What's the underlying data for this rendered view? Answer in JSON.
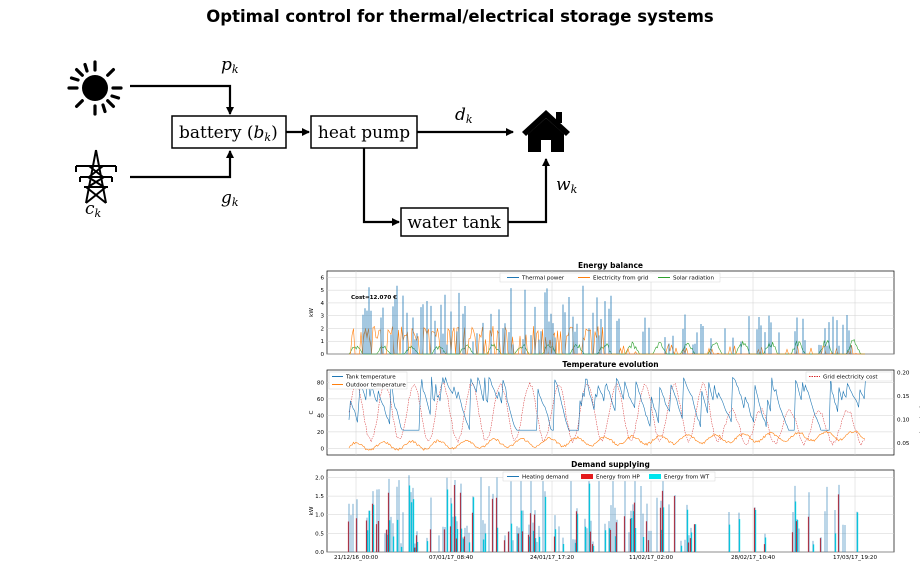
{
  "title": "Optimal control for thermal/electrical storage systems",
  "diagram": {
    "nodes": {
      "battery": "battery (",
      "battery_var": "b",
      "battery_sub": "k",
      "battery_close": ")",
      "heat_pump": "heat pump",
      "water_tank": "water tank"
    },
    "edges": {
      "p": "p",
      "g": "g",
      "d": "d",
      "w": "w",
      "c": "c",
      "sub": "k"
    },
    "icons": [
      "sun-icon",
      "power-pylon-icon",
      "house-icon"
    ]
  },
  "chart_data": [
    {
      "type": "line",
      "title": "Energy balance",
      "ylabel": "kW",
      "ylim": [
        0,
        6.5
      ],
      "yticks": [
        "0",
        "1",
        "2",
        "3",
        "4",
        "5",
        "6"
      ],
      "annotation": "Cost=12.070 €",
      "grid": true,
      "legend": "top-center",
      "series": [
        {
          "name": "Thermal power",
          "color": "#1f77b4"
        },
        {
          "name": "Electricity from grid",
          "color": "#ff7f0e"
        },
        {
          "name": "Solar radiation",
          "color": "#2ca02c"
        }
      ]
    },
    {
      "type": "line",
      "title": "Temperature evolution",
      "ylabel": "C",
      "ylabel_right": "Cost (eur/kWh)",
      "ylim": [
        -8,
        95
      ],
      "yticks": [
        "0",
        "20",
        "40",
        "60",
        "80"
      ],
      "ylim_right": [
        0.025,
        0.205
      ],
      "yticks_right": [
        "0.05",
        "0.10",
        "0.15",
        "0.20"
      ],
      "grid": true,
      "series": [
        {
          "name": "Tank temperature",
          "color": "#1f77b4"
        },
        {
          "name": "Outdoor temperature",
          "color": "#ff7f0e"
        },
        {
          "name": "Grid electricity cost",
          "color": "#d62728"
        }
      ]
    },
    {
      "type": "bar",
      "title": "Demand supplying",
      "ylabel": "kW",
      "ylim": [
        0,
        2.2
      ],
      "yticks": [
        "0.0",
        "0.5",
        "1.0",
        "1.5",
        "2.0"
      ],
      "xticks": [
        "21/12/16_00:00",
        "07/01/17_08:40",
        "24/01/17_17:20",
        "11/02/17_02:00",
        "28/02/17_10:40",
        "17/03/17_19:20"
      ],
      "grid": true,
      "legend": "top-center",
      "series": [
        {
          "name": "Heating demand",
          "color": "#1f77b4"
        },
        {
          "name": "Energy from HP",
          "color": "#e41a1c"
        },
        {
          "name": "Energy from WT",
          "color": "#00e5ee"
        }
      ]
    }
  ]
}
